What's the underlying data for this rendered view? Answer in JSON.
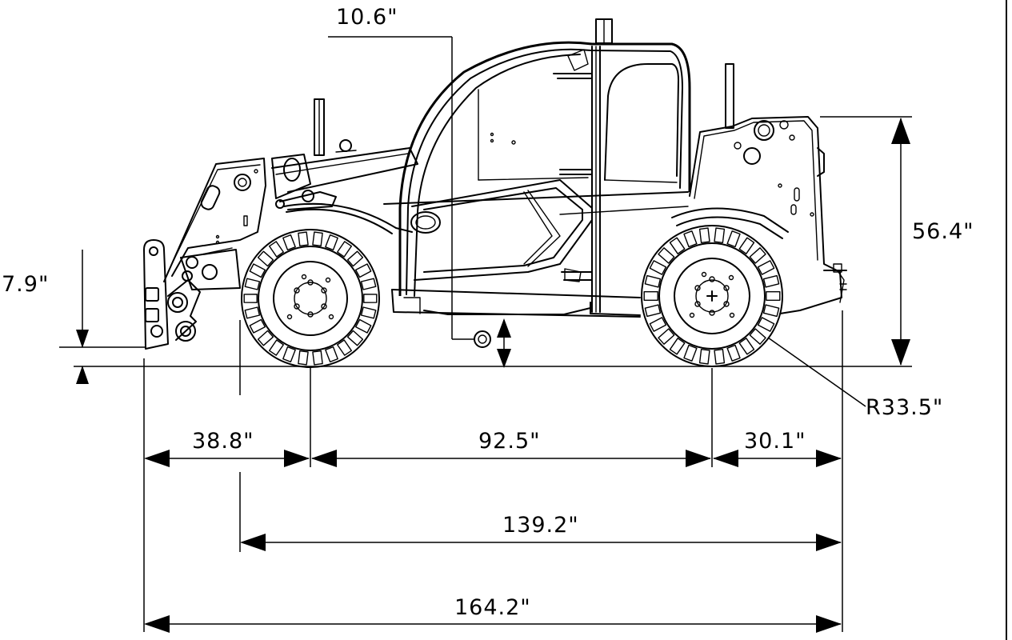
{
  "dimensions": {
    "cab_ground_clearance": "10.6\"",
    "overall_height": "56.4\"",
    "fork_height": "7.9\"",
    "tire_radius": "R33.5\"",
    "front_overhang": "38.8\"",
    "wheelbase": "92.5\"",
    "rear_overhang": "30.1\"",
    "length_to_carriage": "139.2\"",
    "overall_length": "164.2\""
  },
  "colors": {
    "line": "#000000",
    "background": "#ffffff"
  }
}
